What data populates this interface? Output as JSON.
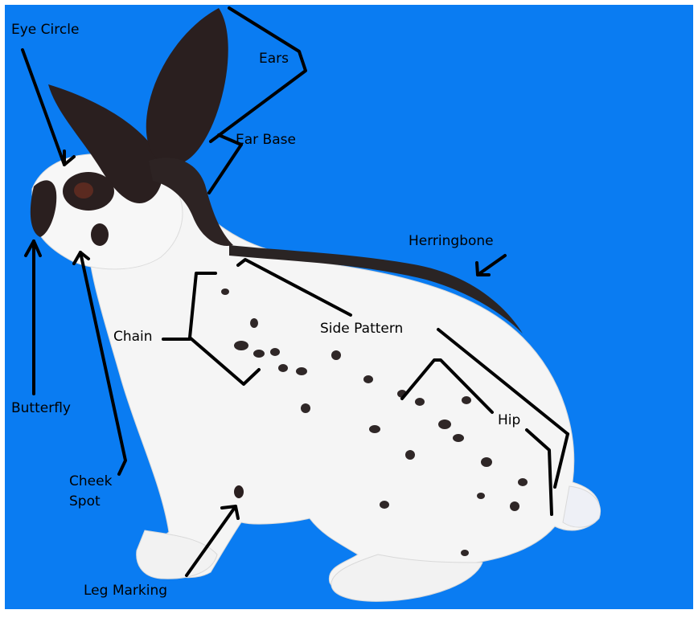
{
  "colors": {
    "background": "#0a7cf2",
    "annotation": "#000000",
    "fur_white": "#f4f4f4",
    "fur_black": "#2a1f1f"
  },
  "labels": {
    "eye_circle": "Eye Circle",
    "ears": "Ears",
    "ear_base": "Ear Base",
    "herringbone": "Herringbone",
    "chain": "Chain",
    "side_pattern": "Side Pattern",
    "hip": "Hip",
    "butterfly": "Butterfly",
    "cheek_spot_line1": "Cheek",
    "cheek_spot_line2": "Spot",
    "leg_marking": "Leg Marking"
  }
}
